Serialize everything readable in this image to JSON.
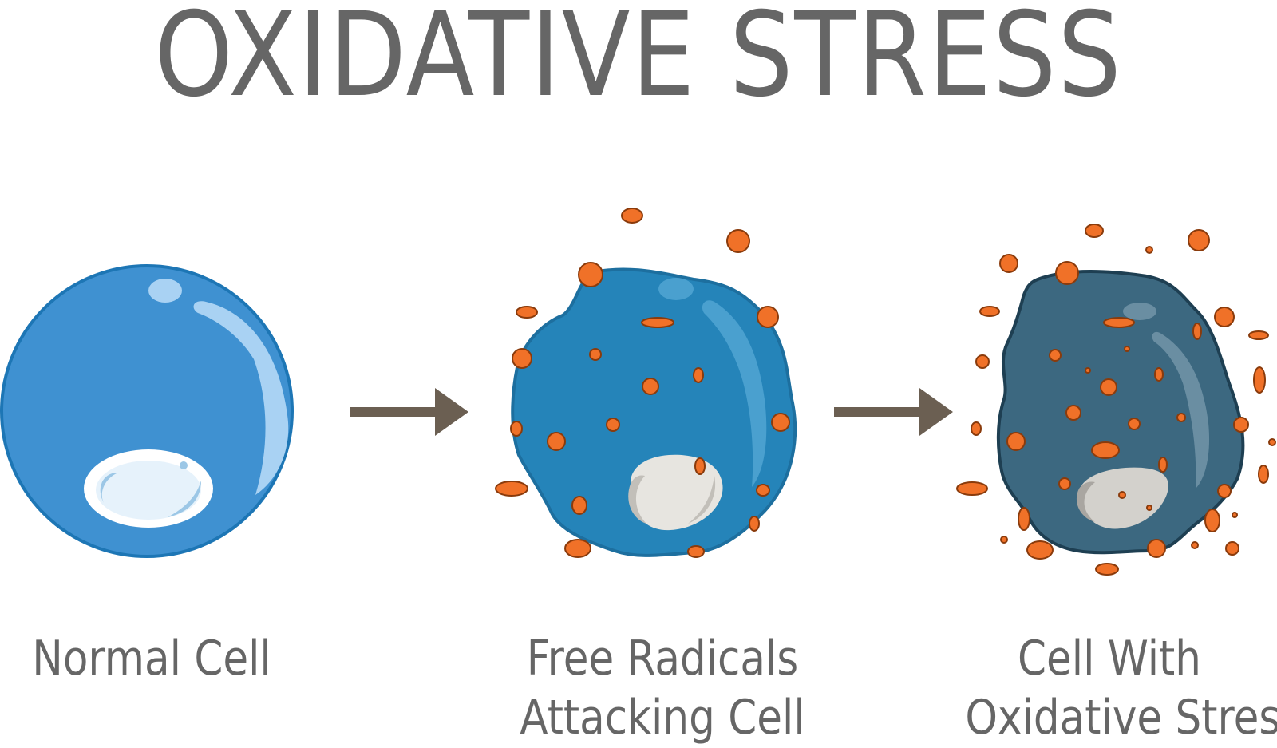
{
  "title": "OXIDATIVE STRESS",
  "stages": [
    {
      "lines": [
        "Normal Cell"
      ]
    },
    {
      "lines": [
        "Free Radicals",
        "Attacking Cell"
      ]
    },
    {
      "lines": [
        "Cell With",
        "Oxidative Stress"
      ]
    }
  ],
  "colors": {
    "text": "#666666",
    "normal_cell": "#3f91d1",
    "attacked_cell": "#2584b9",
    "stressed_cell": "#3c6880",
    "radical": "#f07128",
    "arrow": "#6b5f52",
    "nucleus": "#e7e5e0"
  },
  "icons": {
    "arrow_1": "arrow-right-icon",
    "arrow_2": "arrow-right-icon"
  }
}
